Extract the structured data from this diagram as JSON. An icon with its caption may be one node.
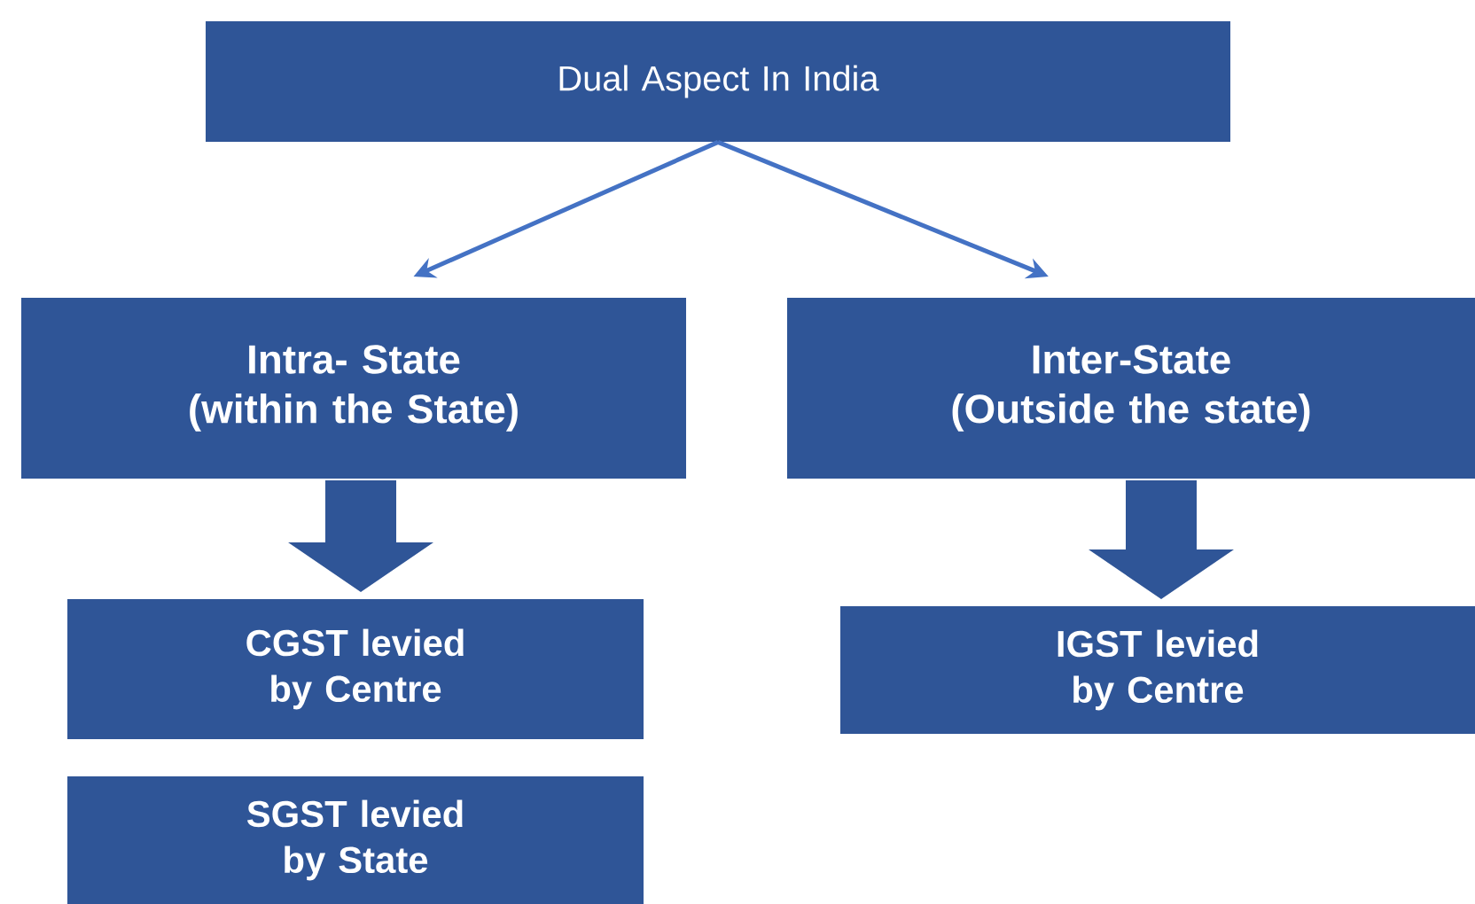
{
  "diagram": {
    "nodes": [
      {
        "text": [
          "Dual Aspect In India"
        ]
      },
      {
        "text": [
          "Intra- State",
          "(within the State)"
        ]
      },
      {
        "text": [
          "Inter-State",
          "(Outside the state)"
        ]
      },
      {
        "text": [
          "CGST levied by Centre"
        ]
      },
      {
        "text": [
          "SGST levied by State"
        ]
      },
      {
        "text": [
          "IGST levied by Centre"
        ]
      }
    ],
    "edges": [
      {
        "from": 0,
        "to": 1,
        "arrow": "to"
      },
      {
        "from": 0,
        "to": 2,
        "arrow": "to"
      },
      {
        "from": 1,
        "to": 3,
        "arrow": "to",
        "style": "thick"
      },
      {
        "from": 2,
        "to": 5,
        "arrow": "to",
        "style": "thick"
      }
    ]
  }
}
